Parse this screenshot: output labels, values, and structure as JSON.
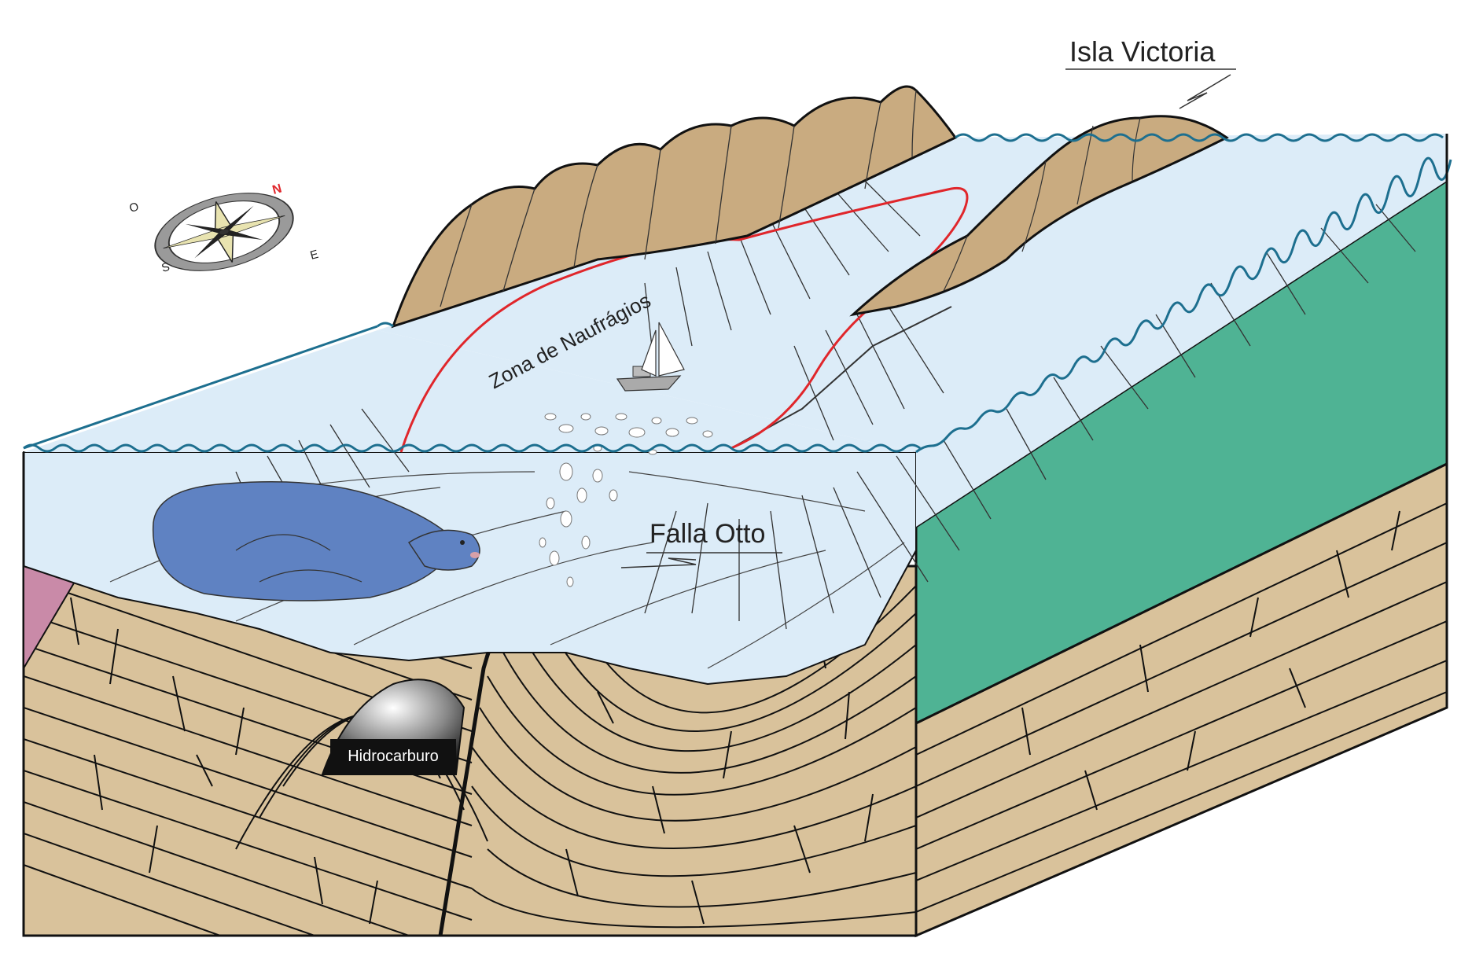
{
  "labels": {
    "isla_victoria": "Isla Victoria",
    "zona_naufragios": "Zona de Naufrágios",
    "falla_otto": "Falla Otto",
    "hidrocarburo": "Hidrocarburo"
  },
  "compass": {
    "north": "N",
    "east": "E",
    "south": "S",
    "west": "O"
  },
  "colors": {
    "water": "#dcecf8",
    "water_edge": "#1d6f8f",
    "rock": "#d9c29b",
    "mountain": "#c9ab80",
    "green_layer": "#4fb394",
    "seal": "#5f82c2",
    "shipwreck_zone": "#e0262b",
    "pink_block": "#c98aa8",
    "hydrocarbon": "#222222"
  }
}
